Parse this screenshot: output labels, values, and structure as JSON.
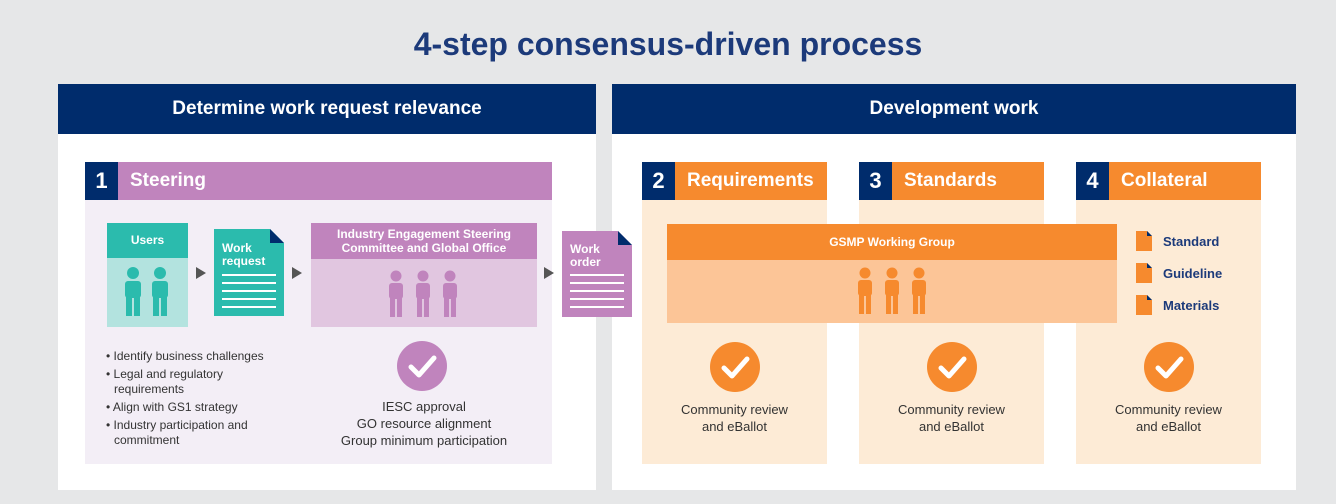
{
  "title": "4-step consensus-driven process",
  "left_panel": {
    "header": "Determine work request relevance",
    "step": {
      "number": "1",
      "label": "Steering"
    },
    "users_box": {
      "label": "Users"
    },
    "work_request": {
      "line1": "Work",
      "line2": "request"
    },
    "iesc_box": {
      "line1": "Industry Engagement Steering",
      "line2": "Committee and Global Office"
    },
    "bullets": [
      "Identify business challenges",
      "Legal and regulatory requirements",
      "Align with GS1 strategy",
      "Industry participation and commitment"
    ],
    "approval": [
      "IESC approval",
      "GO resource alignment",
      "Group minimum participation"
    ]
  },
  "work_order": {
    "line1": "Work",
    "line2": "order"
  },
  "right_panel": {
    "header": "Development work",
    "steps": [
      {
        "number": "2",
        "label": "Requirements"
      },
      {
        "number": "3",
        "label": "Standards"
      },
      {
        "number": "4",
        "label": "Collateral"
      }
    ],
    "working_group": "GSMP Working Group",
    "documents": [
      "Standard",
      "Guideline",
      "Materials"
    ],
    "review_line1": "Community review",
    "review_line2": "and eBallot"
  },
  "colors": {
    "navy": "#002c6c",
    "title_blue": "#1c3a7a",
    "purple": "#c084bd",
    "purple_light": "#e1c6e0",
    "teal": "#2bbbad",
    "teal_light": "#b3e3df",
    "orange": "#f68a2e",
    "orange_light": "#fcc597",
    "background": "#e6e7e8"
  },
  "icons": [
    "user-pair-icon",
    "document-icon",
    "people-group-icon",
    "checkmark-icon",
    "arrow-right-icon"
  ]
}
